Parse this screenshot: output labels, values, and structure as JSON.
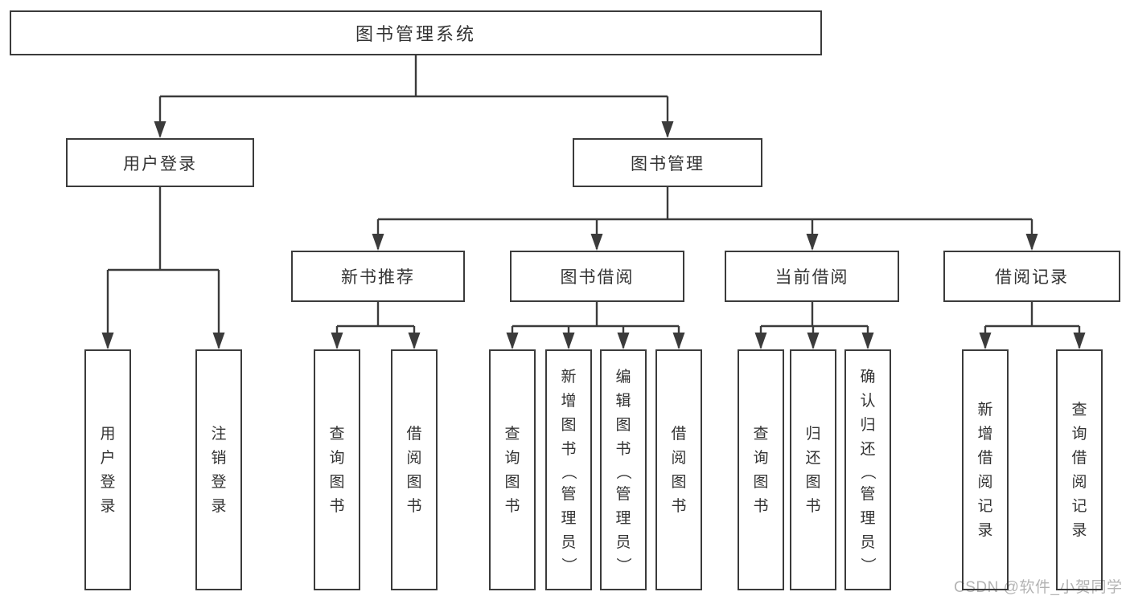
{
  "colors": {
    "line": "#3b3b3b",
    "border": "#3b3b3b",
    "text": "#333333",
    "background": "#ffffff",
    "watermark": "#b4b4b4"
  },
  "nodes": {
    "root": {
      "label": "图书管理系统"
    },
    "level1": [
      {
        "label": "用户登录",
        "parent": "图书管理系统"
      },
      {
        "label": "图书管理",
        "parent": "图书管理系统"
      }
    ],
    "level2": [
      {
        "label": "新书推荐",
        "parent": "图书管理"
      },
      {
        "label": "图书借阅",
        "parent": "图书管理"
      },
      {
        "label": "当前借阅",
        "parent": "图书管理"
      },
      {
        "label": "借阅记录",
        "parent": "图书管理"
      }
    ],
    "leaves": [
      {
        "label": "用户登录",
        "parent": "用户登录"
      },
      {
        "label": "注销登录",
        "parent": "用户登录"
      },
      {
        "label": "查询图书",
        "parent": "新书推荐"
      },
      {
        "label": "借阅图书",
        "parent": "新书推荐"
      },
      {
        "label": "查询图书",
        "parent": "图书借阅"
      },
      {
        "label": "新增图书（管理员）",
        "parent": "图书借阅"
      },
      {
        "label": "编辑图书（管理员）",
        "parent": "图书借阅"
      },
      {
        "label": "借阅图书",
        "parent": "图书借阅"
      },
      {
        "label": "查询图书",
        "parent": "当前借阅"
      },
      {
        "label": "归还图书",
        "parent": "当前借阅"
      },
      {
        "label": "确认归还（管理员）",
        "parent": "当前借阅"
      },
      {
        "label": "新增借阅记录",
        "parent": "借阅记录"
      },
      {
        "label": "查询借阅记录",
        "parent": "借阅记录"
      }
    ]
  },
  "watermark": {
    "text": "CSDN @软件_小贺同学"
  }
}
